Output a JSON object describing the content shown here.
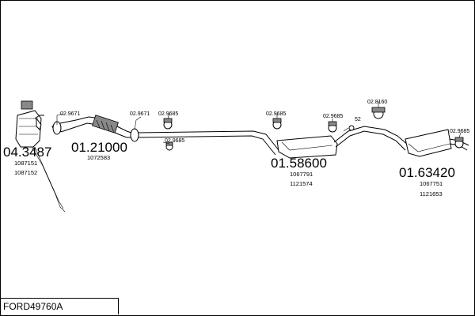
{
  "title": "FORD49760A",
  "parts": [
    {
      "id": "catalyst",
      "number": "04.3487",
      "refs": [
        "1087151",
        "1087152"
      ]
    },
    {
      "id": "front-pipe",
      "number": "01.21000",
      "refs": [
        "1072583"
      ]
    },
    {
      "id": "middle-silencer",
      "number": "01.58600",
      "refs": [
        "1067791",
        "1121574"
      ]
    },
    {
      "id": "rear-silencer",
      "number": "01.63420",
      "refs": [
        "1067751",
        "1121653"
      ]
    }
  ],
  "accessories": [
    {
      "id": "acc-1",
      "label": "02.9671"
    },
    {
      "id": "acc-2",
      "label": "02.9671"
    },
    {
      "id": "acc-3",
      "label": "02.9685"
    },
    {
      "id": "acc-4",
      "label": "02.9685"
    },
    {
      "id": "acc-5",
      "label": "02.9685"
    },
    {
      "id": "acc-6",
      "label": "02.9685"
    },
    {
      "id": "acc-7",
      "label": "02.8160"
    },
    {
      "id": "acc-8",
      "label": "02.9685"
    }
  ],
  "ring_label": "52"
}
